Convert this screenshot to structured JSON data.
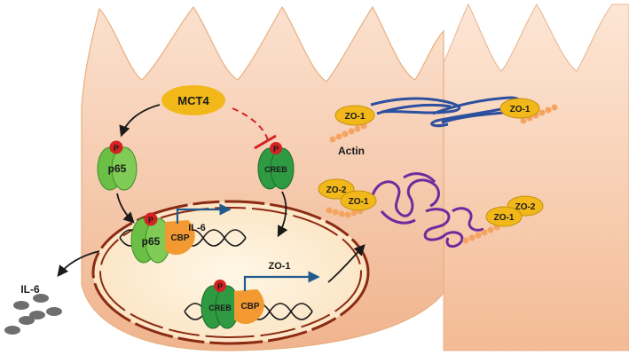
{
  "labels": {
    "mct4": "MCT4",
    "p65_top": "p65",
    "p65_nuc": "p65",
    "creb_top": "CREB",
    "creb_nuc": "CREB",
    "cbp_top": "CBP",
    "cbp_bottom": "CBP",
    "phospho": "P",
    "il6_gene": "IL-6",
    "zo1_gene": "ZO-1",
    "il6_secreted": "IL-6",
    "actin": "Actin",
    "zo1_a": "ZO-1",
    "zo1_b": "ZO-1",
    "zo2_left": "ZO-2",
    "zo1_left": "ZO-1",
    "zo1_right": "ZO-1",
    "zo2_right": "ZO-2"
  },
  "colors": {
    "cell_left": "#f0b48e",
    "cell_right": "#f7c7a7",
    "nucleus": "#fbe6c8",
    "membrane": "#8a2b12",
    "green": "#3fa84a",
    "orange": "#f29a31",
    "yellow": "#f2b81a",
    "red": "#d32222",
    "blue": "#215a8c",
    "claudin": "#2c4f9e",
    "occludin": "#6f2a9e",
    "il6": "#6e6e6e"
  }
}
